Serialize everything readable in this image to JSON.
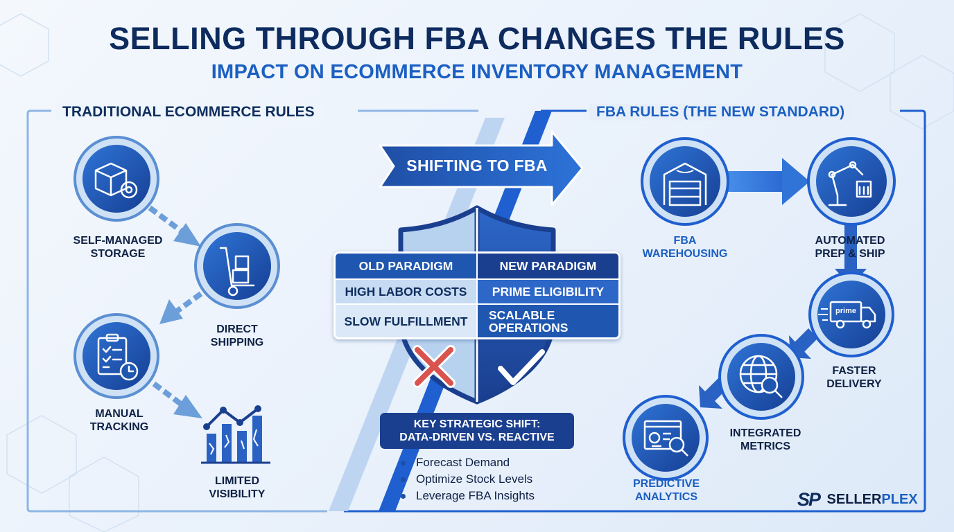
{
  "header": {
    "title": "SELLING THROUGH FBA CHANGES THE RULES",
    "subtitle": "IMPACT ON ECOMMERCE INVENTORY MANAGEMENT"
  },
  "traditional": {
    "title": "TRADITIONAL ECOMMERCE RULES",
    "steps": [
      {
        "label": [
          "SELF-MANAGED",
          "STORAGE"
        ],
        "icon": "box-gear-icon"
      },
      {
        "label": [
          "DIRECT",
          "SHIPPING"
        ],
        "icon": "hand-truck-icon"
      },
      {
        "label": [
          "MANUAL",
          "TRACKING"
        ],
        "icon": "clipboard-clock-icon"
      },
      {
        "label": [
          "LIMITED",
          "VISIBILITY"
        ],
        "icon": "broken-chart-icon"
      }
    ]
  },
  "center": {
    "shift_label": "SHIFTING TO FBA",
    "table": {
      "old_header": "OLD PARADIGM",
      "new_header": "NEW PARADIGM",
      "rows": [
        {
          "old": "HIGH LABOR COSTS",
          "new": "PRIME ELIGIBILITY"
        },
        {
          "old": "SLOW FULFILLMENT",
          "new": [
            "SCALABLE",
            "OPERATIONS"
          ]
        }
      ]
    },
    "key_shift": {
      "line1": "KEY STRATEGIC SHIFT:",
      "line2": "DATA-DRIVEN VS. REACTIVE",
      "bullets": [
        "Forecast Demand",
        "Optimize Stock Levels",
        "Leverage FBA Insights"
      ]
    }
  },
  "fba": {
    "title": "FBA RULES (THE NEW STANDARD)",
    "steps": [
      {
        "label": [
          "FBA",
          "WAREHOUSING"
        ],
        "icon": "warehouse-icon"
      },
      {
        "label": [
          "AUTOMATED",
          "PREP & SHIP"
        ],
        "icon": "robot-arm-icon"
      },
      {
        "label": [
          "FASTER",
          "DELIVERY"
        ],
        "icon": "prime-truck-icon",
        "badge": "prime"
      },
      {
        "label": [
          "INTEGRATED",
          "METRICS"
        ],
        "icon": "globe-analytics-icon"
      },
      {
        "label": [
          "PREDICTIVE",
          "ANALYTICS"
        ],
        "icon": "dashboard-magnifier-icon"
      }
    ]
  },
  "brand": {
    "mark": "SP",
    "name_part1": "SELLER",
    "name_part2": "PLEX"
  },
  "colors": {
    "navy": "#0f2e5d",
    "brand_blue": "#1b5fc2",
    "deep_blue": "#1a3f8f",
    "light_blue": "#c7dcf3"
  }
}
